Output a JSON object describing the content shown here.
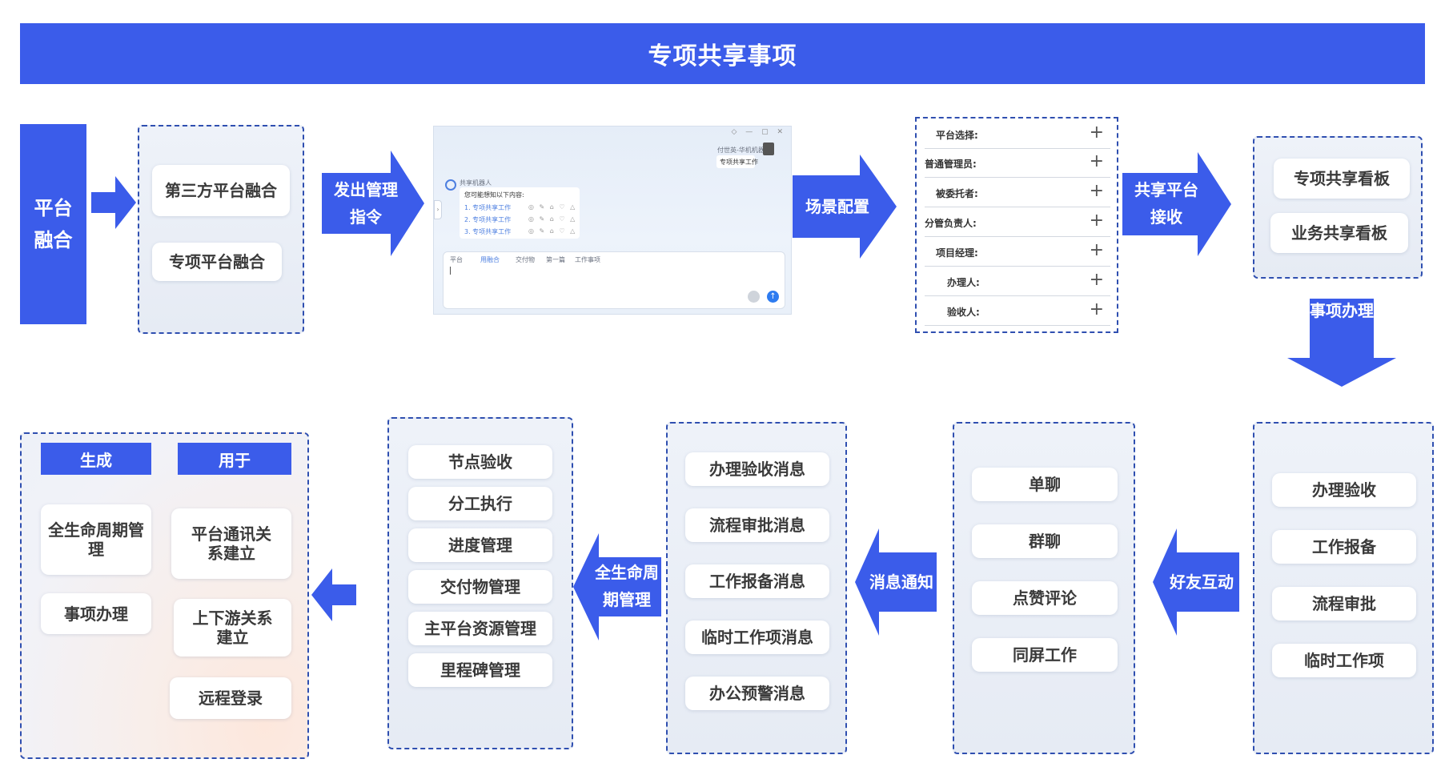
{
  "title": "专项共享事项",
  "platform_fusion": "平台融合",
  "fusion_items": [
    "第三方平台融合",
    "专项平台融合"
  ],
  "arrows": {
    "issue_cmd": "发出管理指令",
    "scene_config": "场景配置",
    "share_receive": "共享平台接收",
    "handle": "事项办理",
    "friend": "好友互动",
    "notify": "消息通知",
    "lifecycle": "全生命周期管理"
  },
  "chat_window": {
    "header_user": "付世英-华机机器人",
    "user_msg": "专项共享工作",
    "bot_name": "共享机器人",
    "bot_prompt": "您可能想知以下内容:",
    "suggestions": [
      "1. 专项共享工作",
      "2. 专项共享工作",
      "3. 专项共享工作"
    ],
    "toolbar": [
      "平台",
      "用融合",
      "交付物",
      "第一篇",
      "工作事项"
    ]
  },
  "config_form": [
    "平台选择:",
    "普通管理员:",
    "被委托者:",
    "分管负责人:",
    "项目经理:",
    "办理人:",
    "验收人:"
  ],
  "boards": [
    "专项共享看板",
    "业务共享看板"
  ],
  "handle_items": [
    "办理验收",
    "工作报备",
    "流程审批",
    "临时工作项"
  ],
  "friend_items": [
    "单聊",
    "群聊",
    "点赞评论",
    "同屏工作"
  ],
  "message_items": [
    "办理验收消息",
    "流程审批消息",
    "工作报备消息",
    "临时工作项消息",
    "办公预警消息"
  ],
  "lifecycle_items": [
    "节点验收",
    "分工执行",
    "进度管理",
    "交付物管理",
    "主平台资源管理",
    "里程碑管理"
  ],
  "result": {
    "gen_header": "生成",
    "use_header": "用于",
    "gen_items": [
      "全生命周期管理",
      "事项办理"
    ],
    "use_items": [
      "平台通讯关系建立",
      "上下游关系建立",
      "远程登录"
    ]
  },
  "colors": {
    "primary": "#3b5cea",
    "dash": "#2f4fb0",
    "box_bg": "#eaeff7"
  }
}
